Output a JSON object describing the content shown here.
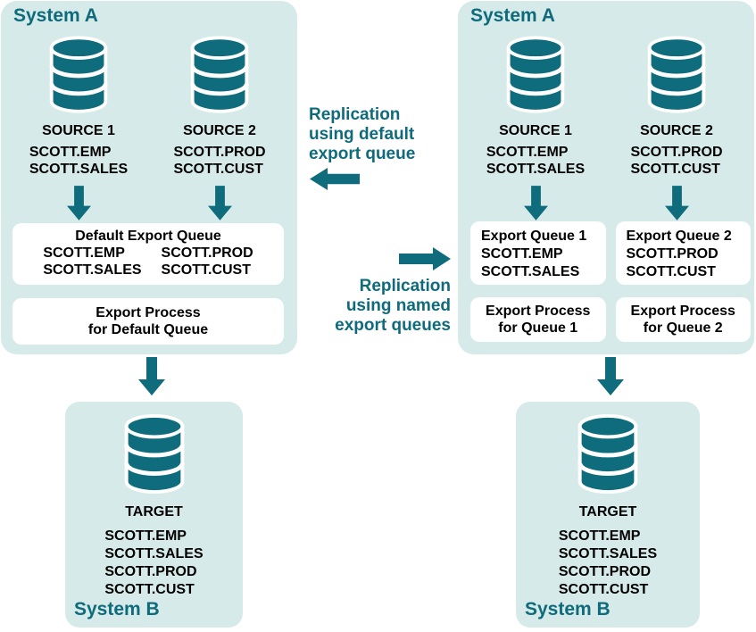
{
  "colors": {
    "teal": "#0e6c7c",
    "teal-text": "#0f6b7b",
    "panel-bg": "#d6ebe9",
    "box-bg": "#ffffff",
    "text-dark": "#000000"
  },
  "middle": {
    "default_caption": {
      "line1": "Replication",
      "line2": "using default",
      "line3": "export queue"
    },
    "named_caption": {
      "line1": "Replication",
      "line2": "using named",
      "line3": "export queues"
    }
  },
  "default_flow": {
    "system_a": {
      "title": "System A",
      "sources": [
        {
          "label": "SOURCE 1",
          "tables": [
            "SCOTT.EMP",
            "SCOTT.SALES"
          ]
        },
        {
          "label": "SOURCE 2",
          "tables": [
            "SCOTT.PROD",
            "SCOTT.CUST"
          ]
        }
      ],
      "queue": {
        "title": "Default Export Queue",
        "col1": [
          "SCOTT.EMP",
          "SCOTT.SALES"
        ],
        "col2": [
          "SCOTT.PROD",
          "SCOTT.CUST"
        ]
      },
      "process": {
        "line1": "Export Process",
        "line2": "for Default Queue"
      }
    },
    "system_b": {
      "title": "System B",
      "target_label": "TARGET",
      "tables": [
        "SCOTT.EMP",
        "SCOTT.SALES",
        "SCOTT.PROD",
        "SCOTT.CUST"
      ]
    }
  },
  "named_flow": {
    "system_a": {
      "title": "System A",
      "sources": [
        {
          "label": "SOURCE 1",
          "tables": [
            "SCOTT.EMP",
            "SCOTT.SALES"
          ]
        },
        {
          "label": "SOURCE 2",
          "tables": [
            "SCOTT.PROD",
            "SCOTT.CUST"
          ]
        }
      ],
      "queues": [
        {
          "title": "Export Queue 1",
          "tables": [
            "SCOTT.EMP",
            "SCOTT.SALES"
          ]
        },
        {
          "title": "Export Queue 2",
          "tables": [
            "SCOTT.PROD",
            "SCOTT.CUST"
          ]
        }
      ],
      "processes": [
        {
          "line1": "Export Process",
          "line2": "for Queue 1"
        },
        {
          "line1": "Export Process",
          "line2": "for Queue 2"
        }
      ]
    },
    "system_b": {
      "title": "System B",
      "target_label": "TARGET",
      "tables": [
        "SCOTT.EMP",
        "SCOTT.SALES",
        "SCOTT.PROD",
        "SCOTT.CUST"
      ]
    }
  }
}
